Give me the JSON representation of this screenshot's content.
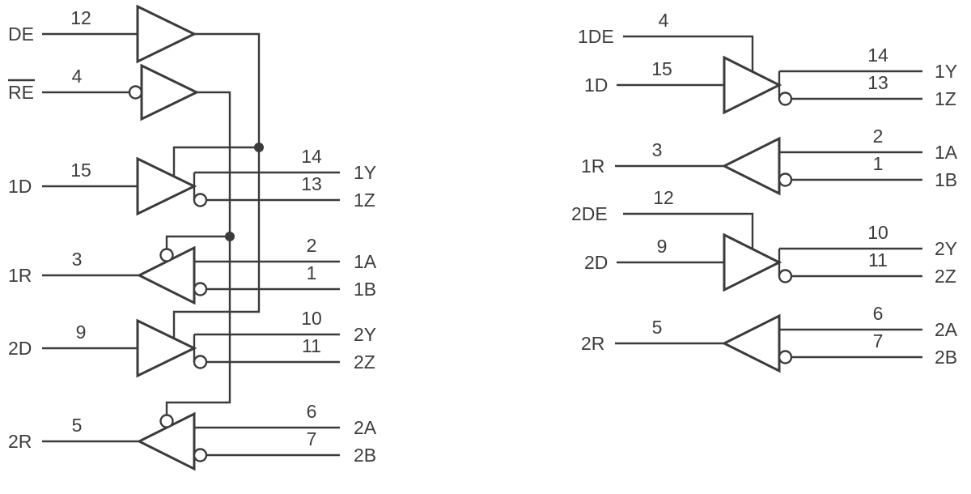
{
  "left": {
    "de": {
      "label": "DE",
      "pin": "12"
    },
    "re": {
      "label": "RE",
      "pin": "4",
      "overline": true
    },
    "d1": {
      "label": "1D",
      "pin": "15"
    },
    "y1": {
      "label": "1Y",
      "pin": "14"
    },
    "z1": {
      "label": "1Z",
      "pin": "13"
    },
    "r1": {
      "label": "1R",
      "pin": "3"
    },
    "a1": {
      "label": "1A",
      "pin": "2"
    },
    "b1": {
      "label": "1B",
      "pin": "1"
    },
    "d2": {
      "label": "2D",
      "pin": "9"
    },
    "y2": {
      "label": "2Y",
      "pin": "10"
    },
    "z2": {
      "label": "2Z",
      "pin": "11"
    },
    "r2": {
      "label": "2R",
      "pin": "5"
    },
    "a2": {
      "label": "2A",
      "pin": "6"
    },
    "b2": {
      "label": "2B",
      "pin": "7"
    }
  },
  "right": {
    "de1": {
      "label": "1DE",
      "pin": "4"
    },
    "d1": {
      "label": "1D",
      "pin": "15"
    },
    "y1": {
      "label": "1Y",
      "pin": "14"
    },
    "z1": {
      "label": "1Z",
      "pin": "13"
    },
    "r1": {
      "label": "1R",
      "pin": "3"
    },
    "a1": {
      "label": "1A",
      "pin": "2"
    },
    "b1": {
      "label": "1B",
      "pin": "1"
    },
    "de2": {
      "label": "2DE",
      "pin": "12"
    },
    "d2": {
      "label": "2D",
      "pin": "9"
    },
    "y2": {
      "label": "2Y",
      "pin": "10"
    },
    "z2": {
      "label": "2Z",
      "pin": "11"
    },
    "r2": {
      "label": "2R",
      "pin": "5"
    },
    "a2": {
      "label": "2A",
      "pin": "6"
    },
    "b2": {
      "label": "2B",
      "pin": "7"
    }
  },
  "colors": {
    "line": "#3b3b3b",
    "text": "#3d3d3d",
    "background": "#ffffff"
  }
}
